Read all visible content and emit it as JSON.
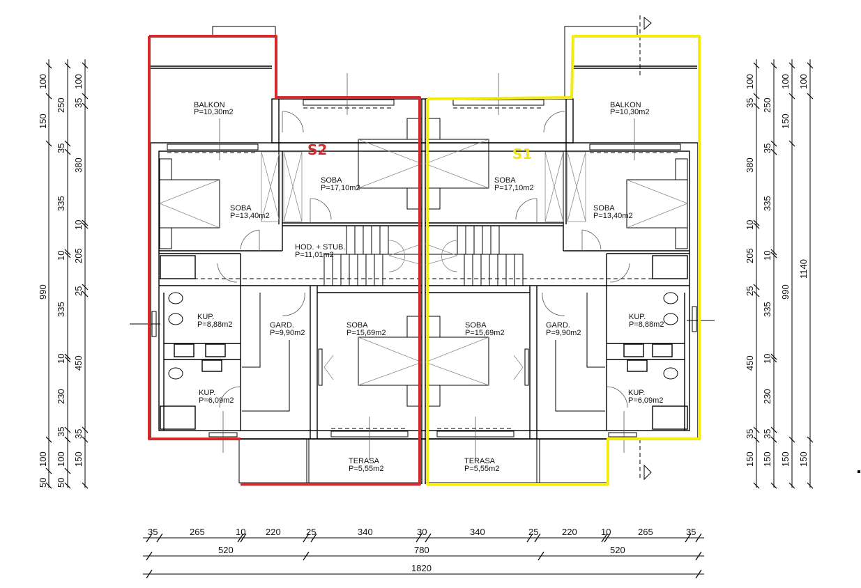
{
  "colors": {
    "unit_s2": "#d42a2e",
    "unit_s1": "#f5ea12",
    "line": "#000000",
    "furniture": "#8a8a8a"
  },
  "units": {
    "s2": {
      "label": "S2"
    },
    "s1": {
      "label": "S1"
    }
  },
  "rooms": {
    "s2": {
      "balkon": {
        "name": "BALKON",
        "area": "P=10,30m2"
      },
      "soba_big": {
        "name": "SOBA",
        "area": "P=17,10m2"
      },
      "soba_side": {
        "name": "SOBA",
        "area": "P=13,40m2"
      },
      "hodnik": {
        "name": "HOD. + STUB.",
        "area": "P=11,01m2"
      },
      "kup1": {
        "name": "KUP.",
        "area": "P=8,88m2"
      },
      "gard": {
        "name": "GARD.",
        "area": "P=9,90m2"
      },
      "soba_low": {
        "name": "SOBA",
        "area": "P=15,69m2"
      },
      "kup2": {
        "name": "KUP.",
        "area": "P=6,09m2"
      },
      "terasa": {
        "name": "TERASA",
        "area": "P=5,55m2"
      }
    },
    "s1": {
      "balkon": {
        "name": "BALKON",
        "area": "P=10,30m2"
      },
      "soba_big": {
        "name": "SOBA",
        "area": "P=17,10m2"
      },
      "soba_side": {
        "name": "SOBA",
        "area": "P=13,40m2"
      },
      "kup1": {
        "name": "KUP.",
        "area": "P=8,88m2"
      },
      "gard": {
        "name": "GARD.",
        "area": "P=9,90m2"
      },
      "soba_low": {
        "name": "SOBA",
        "area": "P=15,69m2"
      },
      "kup2": {
        "name": "KUP.",
        "area": "P=6,09m2"
      },
      "terasa": {
        "name": "TERASA",
        "area": "P=5,55m2"
      }
    }
  },
  "dimensions": {
    "bottom": {
      "row1": [
        "35",
        "265",
        "10",
        "220",
        "25",
        "340",
        "30",
        "340",
        "25",
        "220",
        "10",
        "265",
        "35"
      ],
      "row2": [
        "520",
        "780",
        "520"
      ],
      "total": "1820"
    },
    "left": {
      "outer": [
        "100",
        "150",
        "990",
        "100",
        "50"
      ],
      "middle": [
        "250",
        "35",
        "335",
        "10",
        "335",
        "10",
        "230",
        "35",
        "100",
        "50"
      ],
      "inner": [
        "100",
        "35",
        "380",
        "10",
        "205",
        "25",
        "450",
        "35",
        "150"
      ]
    },
    "right": {
      "col1": [
        "100",
        "35",
        "380",
        "10",
        "205",
        "25",
        "450",
        "35",
        "150"
      ],
      "col2": [
        "250",
        "35",
        "335",
        "10",
        "335",
        "10",
        "230",
        "35",
        "150"
      ],
      "col3": [
        "100",
        "150",
        "990",
        "150"
      ],
      "col4": [
        "100",
        "1140",
        "150"
      ]
    }
  }
}
